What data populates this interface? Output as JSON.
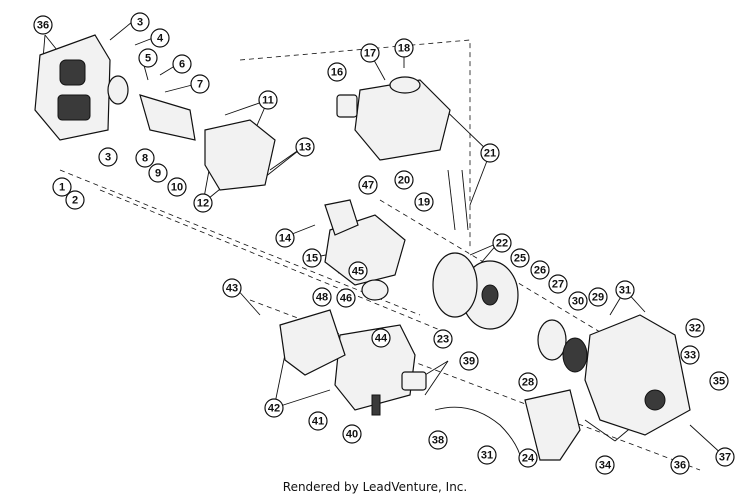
{
  "footer": {
    "text": "Rendered by LeadVenture, Inc."
  },
  "callouts": [
    "1",
    "2",
    "3",
    "3",
    "4",
    "5",
    "6",
    "7",
    "8",
    "9",
    "10",
    "11",
    "12",
    "13",
    "14",
    "15",
    "16",
    "17",
    "18",
    "19",
    "20",
    "21",
    "22",
    "23",
    "24",
    "25",
    "26",
    "27",
    "28",
    "29",
    "30",
    "31",
    "31",
    "32",
    "33",
    "34",
    "35",
    "36",
    "36",
    "37",
    "38",
    "39",
    "40",
    "41",
    "42",
    "43",
    "44",
    "45",
    "46",
    "47",
    "48"
  ]
}
